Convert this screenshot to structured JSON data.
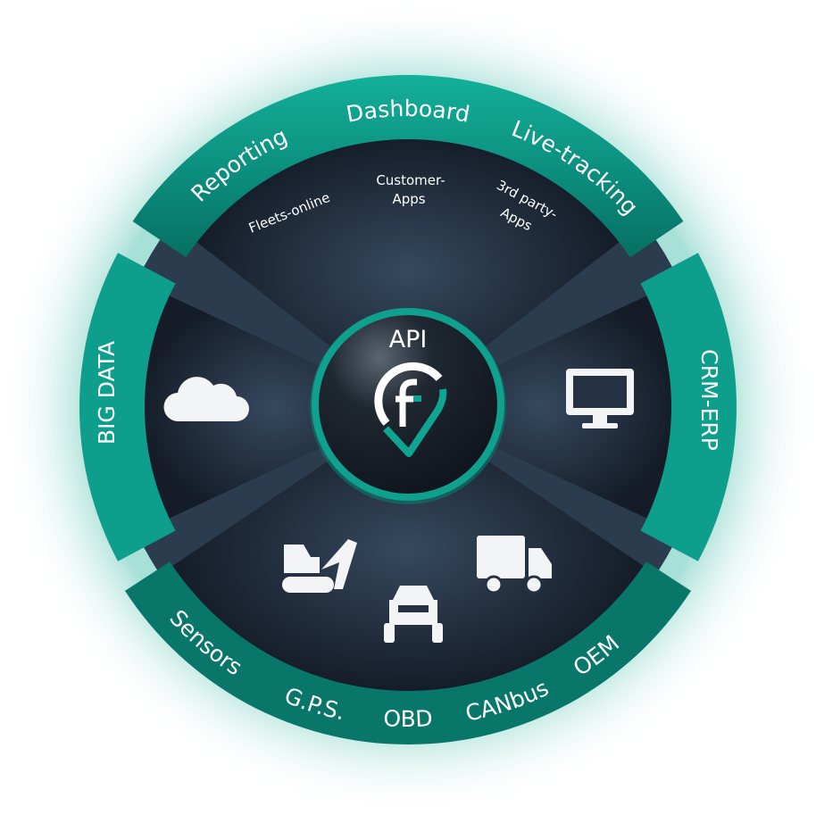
{
  "top_ring": {
    "labels": [
      "Reporting",
      "Dashboard",
      "Live-tracking"
    ]
  },
  "top_sector": {
    "labels": [
      "Fleets-online",
      "Customer-",
      "Apps",
      "3rd party-",
      "Apps"
    ]
  },
  "left_ring": {
    "label": "BIG DATA"
  },
  "right_ring": {
    "label": "CRM-ERP"
  },
  "bottom_ring": {
    "labels": [
      "Sensors",
      "G.P.S.",
      "OBD",
      "CANbus",
      "OEM"
    ]
  },
  "center": {
    "label": "API"
  },
  "icons": {
    "left": "cloud-icon",
    "right": "monitor-icon",
    "bottom": [
      "excavator-icon",
      "car-icon",
      "truck-icon"
    ],
    "center": "fleets-logo-icon"
  },
  "colors": {
    "teal": "#0e9e8c",
    "teal_dark": "#08776a",
    "navy": "#1c2635",
    "navy_light": "#2e3f52",
    "white": "#ffffff"
  }
}
